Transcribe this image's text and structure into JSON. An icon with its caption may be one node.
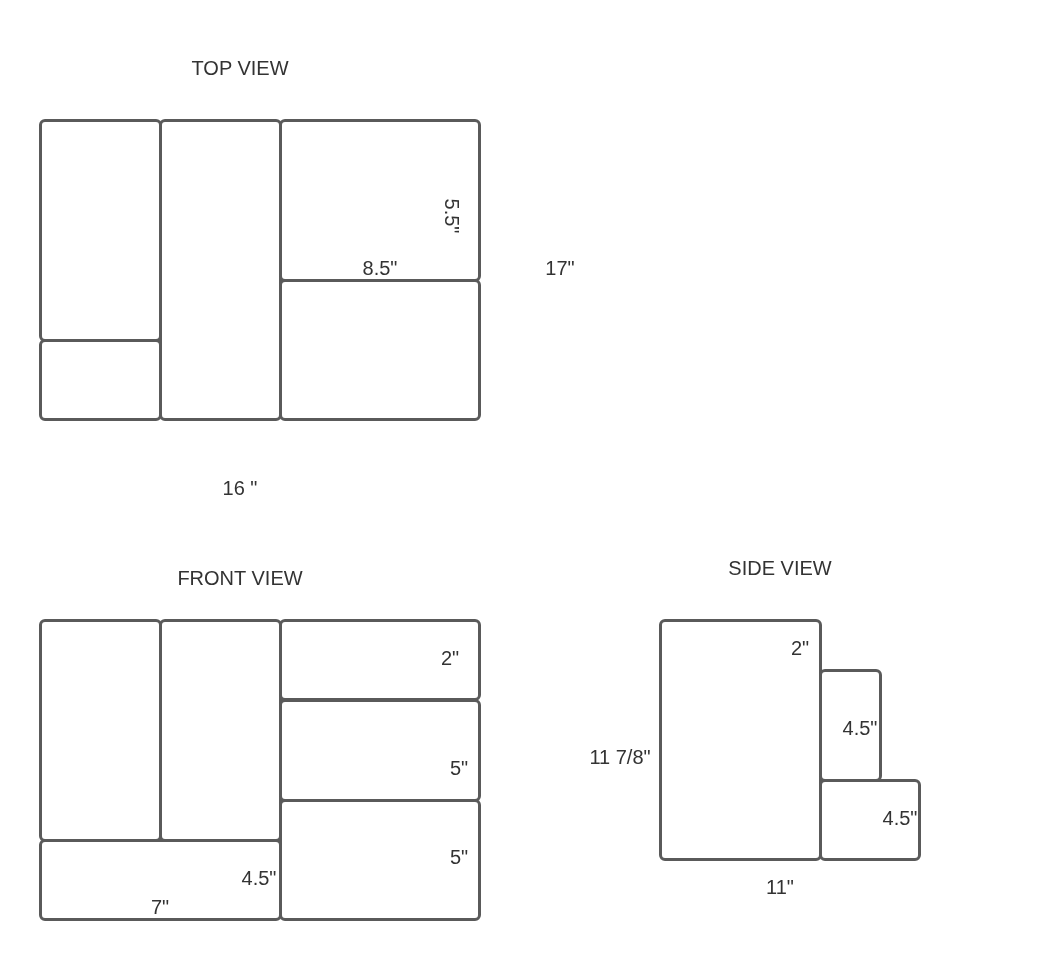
{
  "diagram": {
    "nodes": [
      {
        "text": [],
        "shape": "box"
      },
      {
        "text": [],
        "shape": "box"
      },
      {
        "text": [],
        "shape": "box"
      },
      {
        "text": [
          "5.5\"",
          "8.5\""
        ]
      },
      {
        "text": [],
        "shape": "box"
      },
      {
        "text": [],
        "shape": "box"
      },
      {
        "text": [],
        "shape": "box"
      },
      {
        "text": [
          "2\""
        ]
      },
      {
        "text": [
          "5\""
        ]
      },
      {
        "text": [
          "5\""
        ]
      },
      {
        "text": [
          "4.5\"",
          "7\""
        ]
      },
      {
        "text": [
          "2\""
        ]
      },
      {
        "text": [
          "4.5\""
        ]
      },
      {
        "text": [
          "4.5\""
        ]
      }
    ],
    "labels": [
      "TOP VIEW",
      "17\"",
      "16 \"",
      "FRONT VIEW",
      "SIDE VIEW",
      "11 7/8\"",
      "11\""
    ]
  }
}
